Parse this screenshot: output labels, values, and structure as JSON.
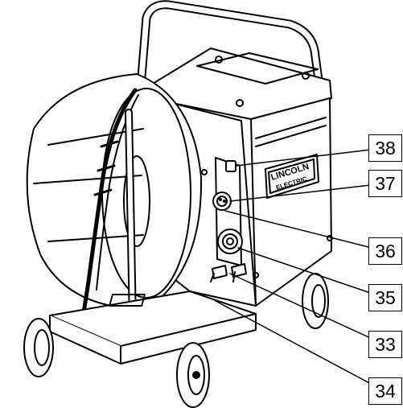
{
  "figure": {
    "colors": {
      "line": "#000000",
      "background": "#ffffff",
      "shade": "#f2f2f2"
    },
    "logo": {
      "line1": "LINCOLN",
      "line2": "ELECTRIC"
    },
    "callouts": [
      {
        "number": "38",
        "part": "upper-panel-connector"
      },
      {
        "number": "37",
        "part": "control-socket"
      },
      {
        "number": "36",
        "part": "socket-retaining-screw"
      },
      {
        "number": "35",
        "part": "gun-connector"
      },
      {
        "number": "33",
        "part": "gas-coolant-fittings"
      },
      {
        "number": "34",
        "part": "cart-base-plate"
      }
    ]
  }
}
